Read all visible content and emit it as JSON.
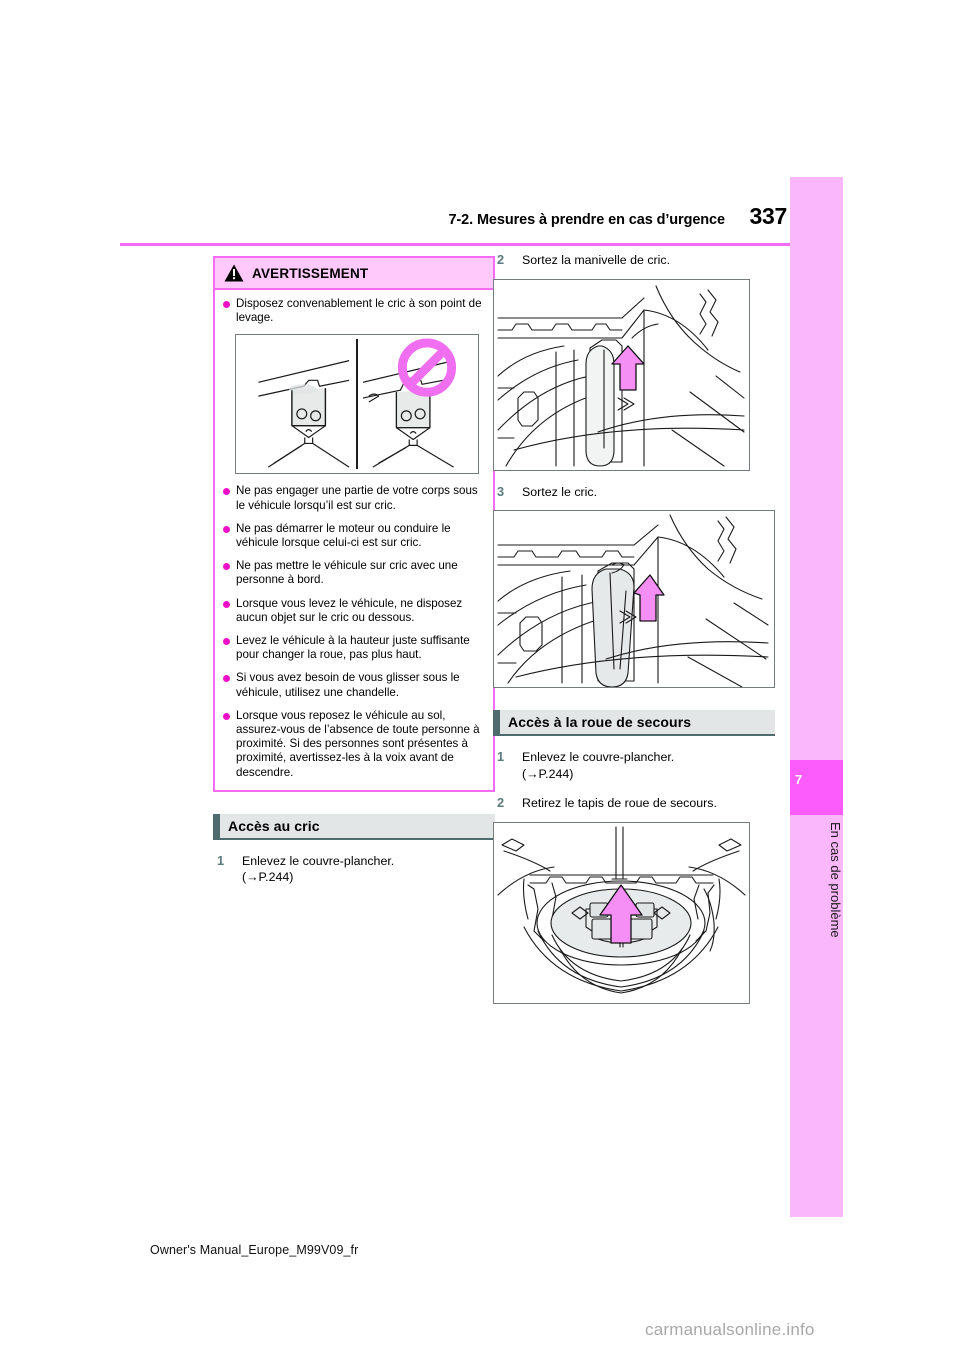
{
  "header": {
    "title": "7-2. Mesures à prendre en cas d’urgence",
    "page_number": "337",
    "rule_color": "#f56bf5"
  },
  "sidebar": {
    "chapter_number": "7",
    "chapter_label": "En cas de problème",
    "band_color": "#fbb7fb",
    "tab_color": "#fb5cfb"
  },
  "warning": {
    "title": "AVERTISSEMENT",
    "icon": "warning-triangle-icon",
    "border_color": "#f56bf5",
    "header_fill": "#ffc9fb",
    "bullet_color": "#f010c8",
    "bullets_before_figure": [
      "Disposez convenablement le cric à son point de levage."
    ],
    "figure_caption": "jack-placement-correct-incorrect-illustration",
    "bullets_after_figure": [
      "Ne pas engager une partie de votre corps sous le véhicule lorsqu’il est sur cric.",
      "Ne pas démarrer le moteur ou conduire le véhicule lorsque celui-ci est sur cric.",
      "Ne pas mettre le véhicule sur cric avec une personne à bord.",
      "Lorsque vous levez le véhicule, ne disposez aucun objet sur le cric ou dessous.",
      "Levez le véhicule à la hauteur juste suffisante pour changer la roue, pas plus haut.",
      "Si vous avez besoin de vous glisser sous le véhicule, utilisez une chandelle.",
      "Lorsque vous reposez le véhicule au sol, assurez-vous de l’absence de toute personne à proximité. Si des personnes sont présentes à proximité, avertissez-les à la voix avant de descendre."
    ]
  },
  "section_jack": {
    "heading": "Accès au cric",
    "steps": [
      {
        "num": "1",
        "text": "Enlevez le couvre-plancher.",
        "ref": "(→P.244)"
      }
    ]
  },
  "right_column": {
    "steps": [
      {
        "num": "2",
        "text": "Sortez la manivelle de cric.",
        "figure": "jack-handle-removal-illustration"
      },
      {
        "num": "3",
        "text": "Sortez le cric.",
        "figure": "jack-removal-illustration"
      }
    ]
  },
  "section_spare": {
    "heading": "Accès à la roue de secours",
    "steps": [
      {
        "num": "1",
        "text": "Enlevez le couvre-plancher.",
        "ref": "(→P.244)"
      },
      {
        "num": "2",
        "text": "Retirez le tapis de roue de secours.",
        "ref": ""
      }
    ],
    "figure": "spare-wheel-compartment-illustration"
  },
  "footer": {
    "document_id": "Owner's Manual_Europe_M99V09_fr",
    "watermark": "carmanualsonline.info"
  }
}
